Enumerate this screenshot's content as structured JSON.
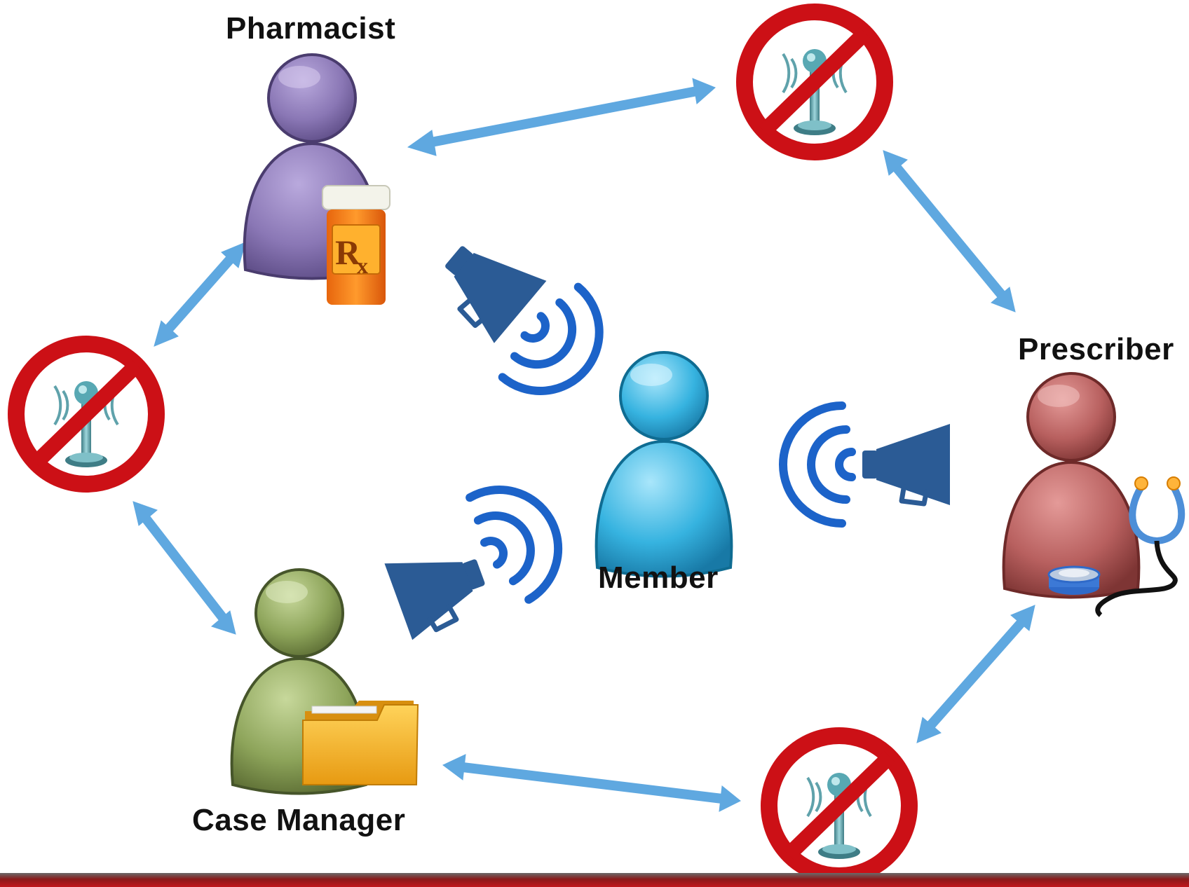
{
  "roles": {
    "pharmacist": "Pharmacist",
    "prescriber": "Prescriber",
    "member": "Member",
    "case_manager": "Case Manager"
  },
  "icons": {
    "pharmacist_badge": "rx-pill-bottle-icon",
    "case_manager_badge": "folder-icon",
    "prescriber_badge": "stethoscope-icon",
    "broadcast": "megaphone-icon",
    "blocked": "no-broadcast-icon"
  },
  "colors": {
    "pharmacist": "#8a77b5",
    "prescriber": "#b8605f",
    "member": "#36b3e0",
    "case_manager": "#8da45a",
    "arrow": "#5fa8e0",
    "megaphone": "#2b5b95",
    "prohibit": "#cc1016"
  }
}
